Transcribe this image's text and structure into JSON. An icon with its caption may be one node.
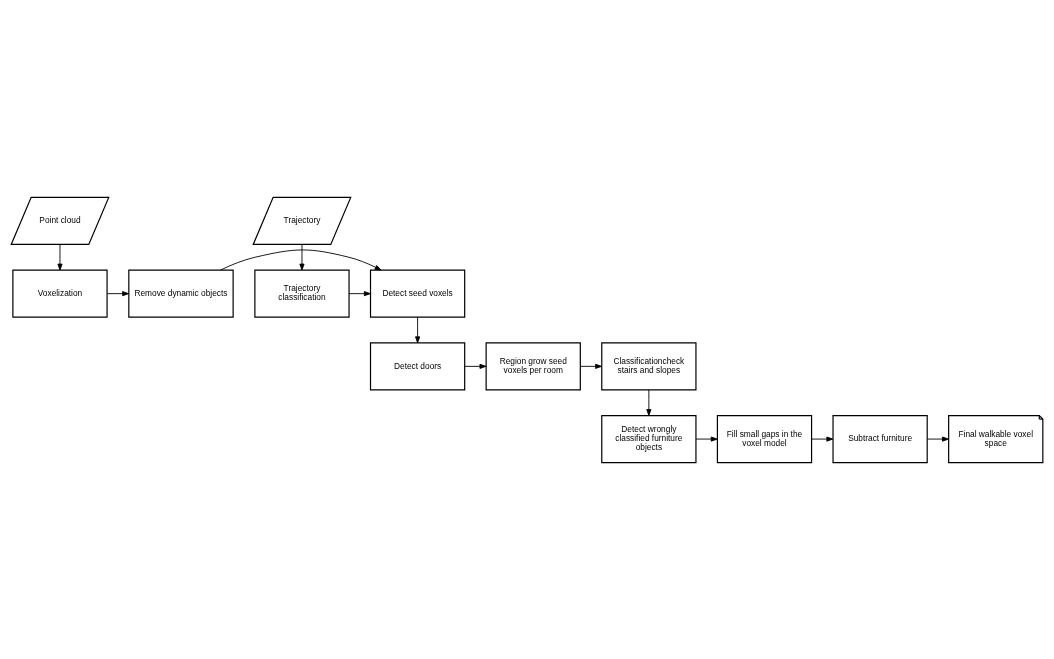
{
  "diagram": {
    "nodes": [
      {
        "text": [
          "Point cloud"
        ]
      },
      {
        "text": [
          "Trajectory"
        ]
      },
      {
        "text": [
          "Voxelization"
        ]
      },
      {
        "text": [
          "Remove dynamic objects"
        ]
      },
      {
        "text": [
          "Detect seed voxels"
        ]
      },
      {
        "text": [
          "Trajectory classification"
        ]
      },
      {
        "text": [
          "Classificationcheck stairs and slopes"
        ]
      },
      {
        "text": [
          "Region grow seed voxels per room"
        ]
      },
      {
        "text": [
          "Detect doors"
        ]
      },
      {
        "text": [
          "Detect wrongly classified furniture objects"
        ]
      },
      {
        "text": [
          "Fill small gaps in the voxel model"
        ]
      },
      {
        "text": [
          "Subtract furniture"
        ]
      },
      {
        "text": [
          "Final walkable voxel space"
        ]
      }
    ],
    "edges": [
      {
        "from": 0,
        "to": 2,
        "arrow": "to"
      },
      {
        "from": 1,
        "to": 5,
        "arrow": "to"
      },
      {
        "from": 2,
        "to": 3,
        "arrow": "to"
      },
      {
        "from": 3,
        "to": 4,
        "arrow": "to"
      },
      {
        "from": 5,
        "to": 4,
        "arrow": "to"
      },
      {
        "from": 4,
        "to": 8,
        "arrow": "to"
      },
      {
        "from": 8,
        "to": 7,
        "arrow": "to"
      },
      {
        "from": 7,
        "to": 6,
        "arrow": "to"
      },
      {
        "from": 6,
        "to": 9,
        "arrow": "to"
      },
      {
        "from": 9,
        "to": 10,
        "arrow": "to"
      },
      {
        "from": 10,
        "to": 11,
        "arrow": "to"
      },
      {
        "from": 11,
        "to": 12,
        "arrow": "to"
      }
    ]
  }
}
